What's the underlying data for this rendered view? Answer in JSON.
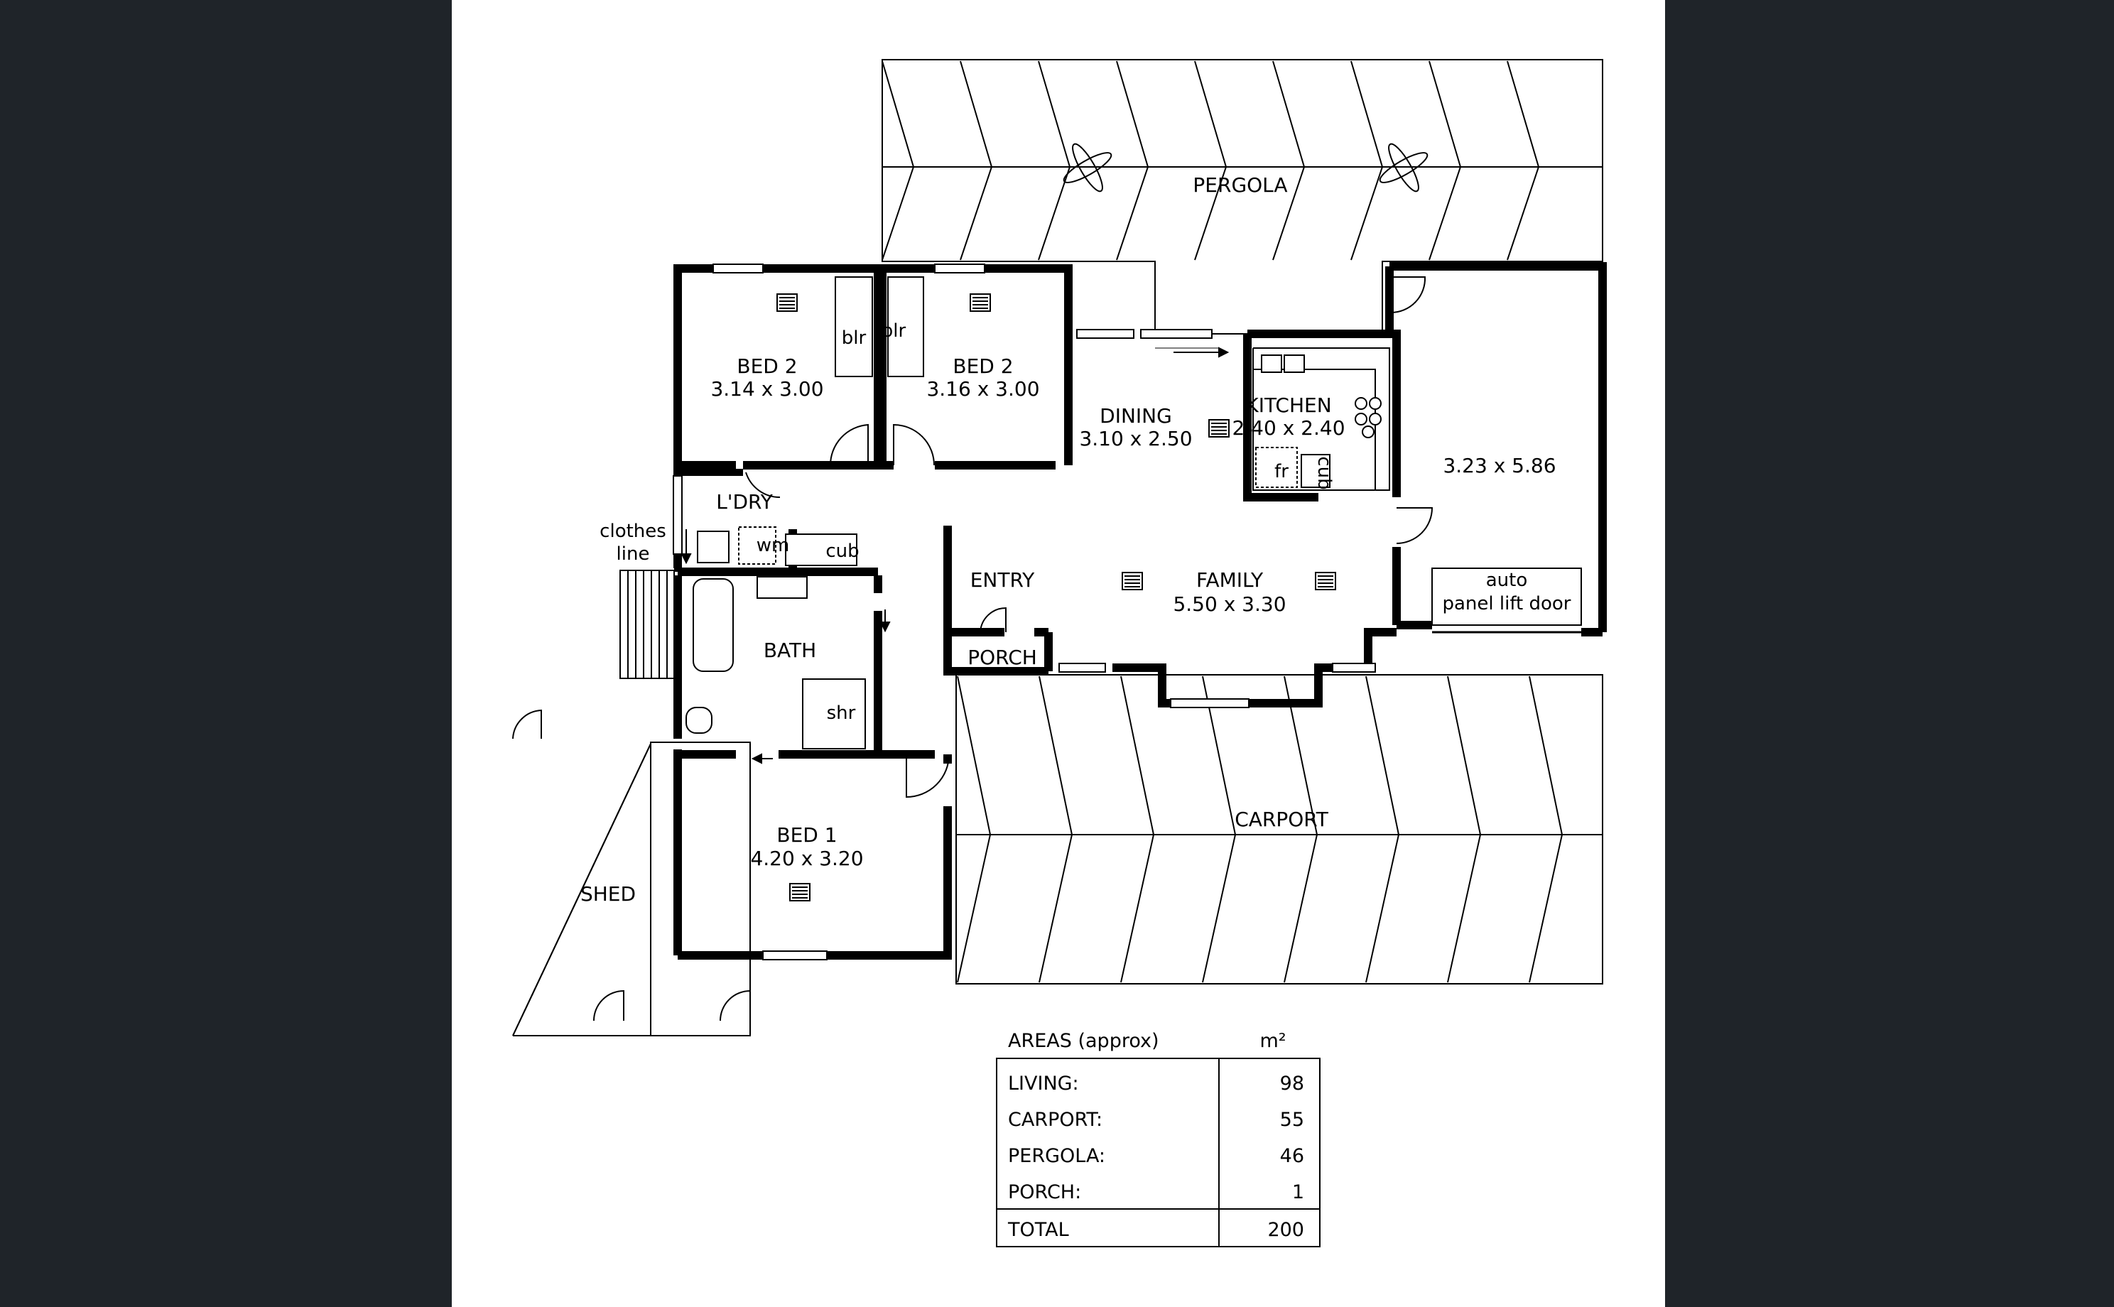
{
  "page": {
    "background": "#1f2429",
    "sheet_color": "#ffffff",
    "line_color": "#000000"
  },
  "rooms": {
    "pergola": "PERGOLA",
    "bed2a_name": "BED 2",
    "bed2a_size": "3.14 x 3.00",
    "bed2b_name": "BED 2",
    "bed2b_size": "3.16 x 3.00",
    "robe_a": "blr",
    "robe_b": "blr",
    "dining_name": "DINING",
    "dining_size": "3.10 x 2.50",
    "kitchen_name": "KITCHEN",
    "kitchen_size": "2.40 x 2.40",
    "fridge": "fr",
    "cupboard_kitchen": "cub",
    "garage_size": "3.23 x 5.86",
    "garage_door_line1": "auto",
    "garage_door_line2": "panel lift door",
    "laundry": "L'DRY",
    "washer": "wm",
    "laundry_cub": "cub",
    "clothes_line1": "clothes",
    "clothes_line2": "line",
    "entry": "ENTRY",
    "porch": "PORCH",
    "family_name": "FAMILY",
    "family_size": "5.50 x 3.30",
    "bath": "BATH",
    "shower": "shr",
    "bed1_name": "BED 1",
    "bed1_size": "4.20 x 3.20",
    "shed": "SHED",
    "carport": "CARPORT"
  },
  "areas": {
    "title": "AREAS (approx)",
    "unit": "m²",
    "rows": [
      {
        "label": "LIVING:",
        "value": "98"
      },
      {
        "label": "CARPORT:",
        "value": "55"
      },
      {
        "label": "PERGOLA:",
        "value": "46"
      },
      {
        "label": "PORCH:",
        "value": "1"
      }
    ],
    "total_label": "TOTAL",
    "total_value": "200"
  }
}
